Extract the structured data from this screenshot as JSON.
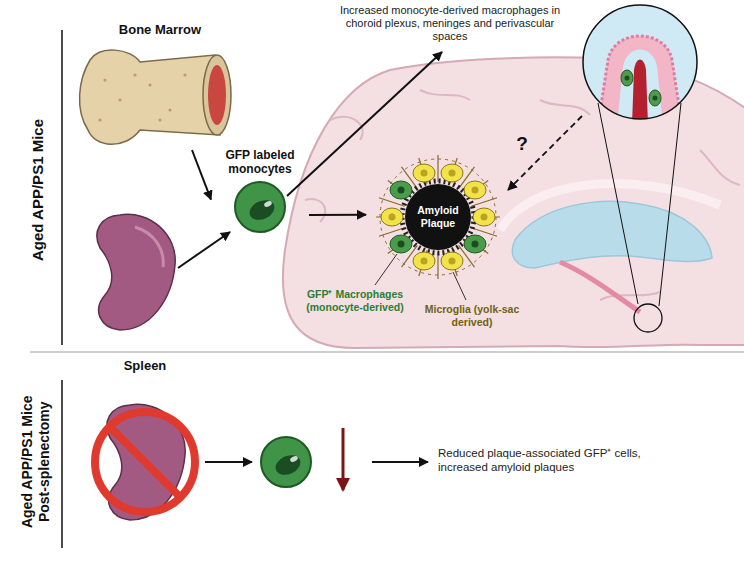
{
  "diagram": {
    "nodes": [
      {
        "text": [
          "Bone Marrow"
        ]
      },
      {
        "text": [
          "GFP labeled monocytes"
        ]
      },
      {
        "text": [
          "Amyloid Plaque"
        ]
      },
      {
        "text": [
          "Spleen"
        ]
      }
    ],
    "edges": [
      {
        "from": 0,
        "to": 1,
        "arrow": "to"
      },
      {
        "from": 1,
        "to": 2,
        "arrow": "to"
      }
    ],
    "labels": [
      "Aged APP/PS1 Mice",
      "Increased monocyte-derived macrophages in choroid plexus, meninges and perivascular spaces",
      "?",
      "GFP⁺ Macrophages (monocyte-derived)",
      "Microglia (yolk-sac derived)",
      "Aged APP/PS1 Mice Post-splenectomy",
      "Reduced plaque-associated GFP⁺ cells, increased amyloid plaques"
    ]
  }
}
